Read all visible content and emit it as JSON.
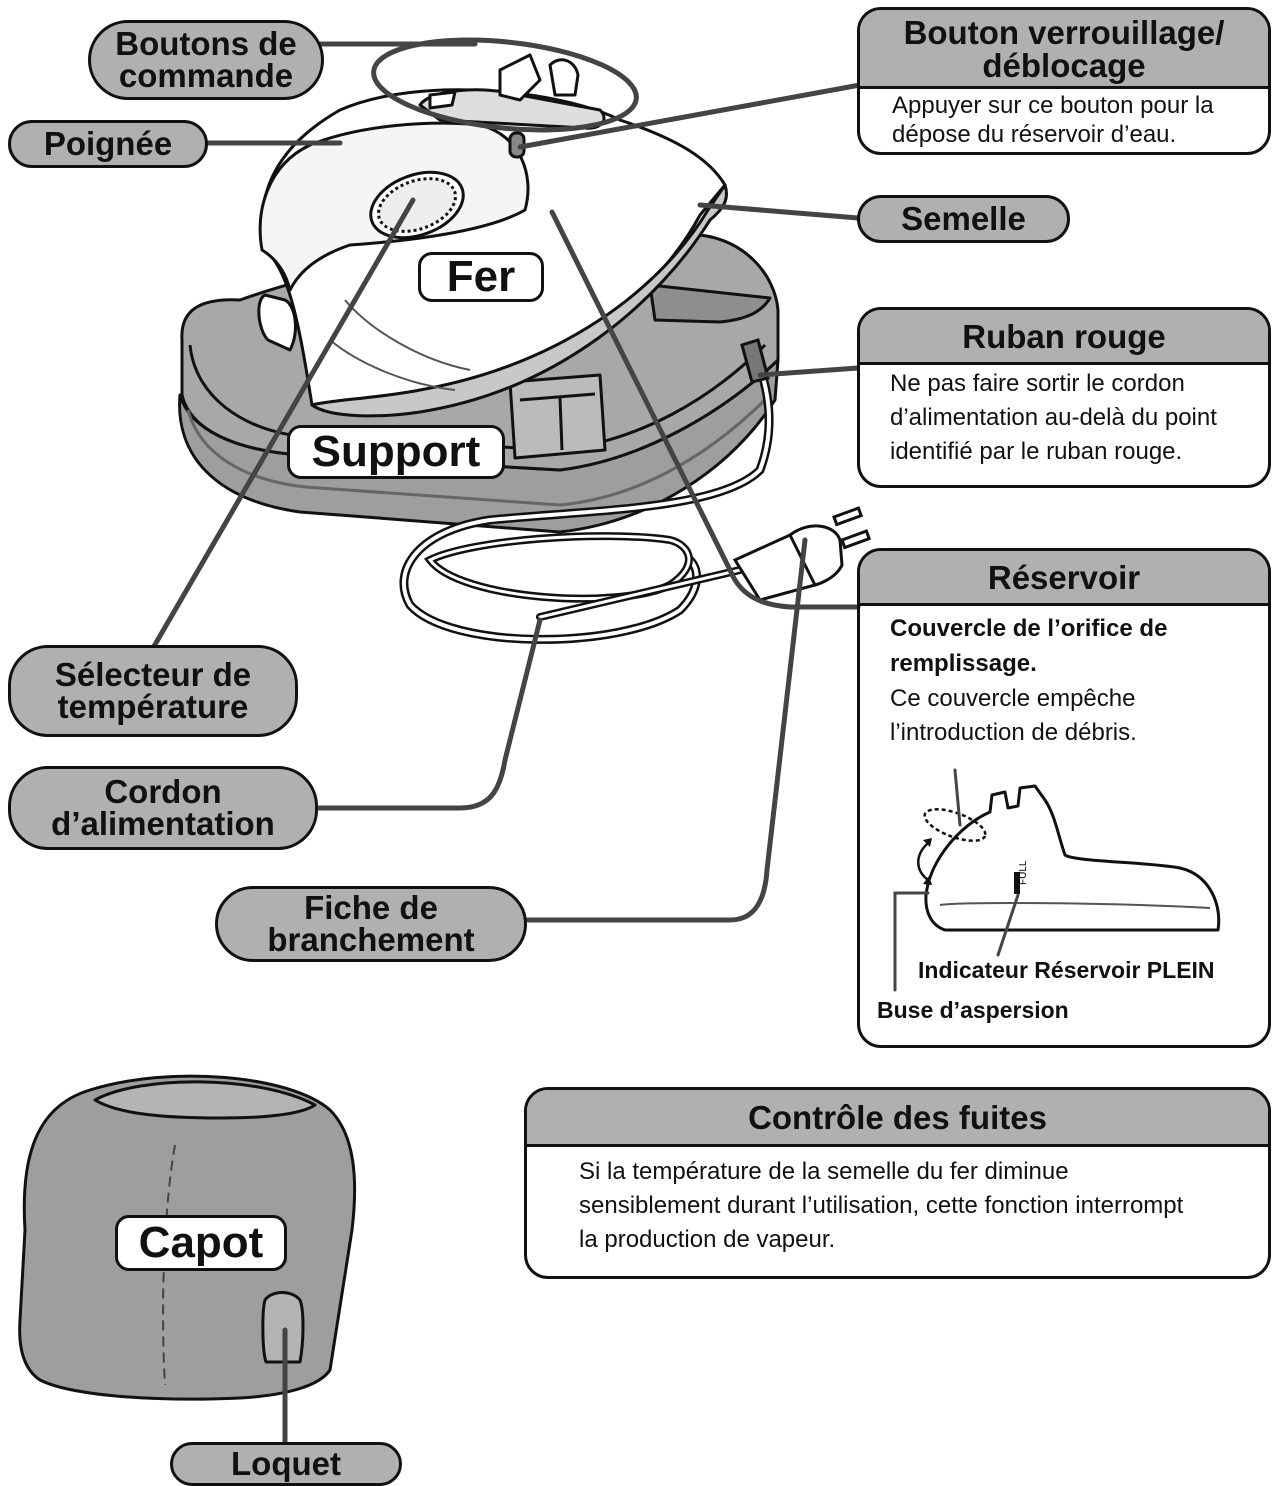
{
  "labels": {
    "boutons_commande": [
      "Boutons de",
      "commande"
    ],
    "poignee": "Poignée",
    "selecteur": [
      "Sélecteur de",
      "température"
    ],
    "cordon": [
      "Cordon",
      "d’alimentation"
    ],
    "fiche": [
      "Fiche de",
      "branchement"
    ],
    "semelle": "Semelle",
    "loquet": "Loquet"
  },
  "tags": {
    "fer": "Fer",
    "support": "Support",
    "capot": "Capot"
  },
  "boxes": {
    "bouton_verrouillage": {
      "title": [
        "Bouton verrouillage/",
        "déblocage"
      ],
      "body": [
        "Appuyer sur ce bouton pour la",
        "dépose du réservoir d’eau."
      ]
    },
    "ruban_rouge": {
      "title": "Ruban rouge",
      "body": [
        "Ne pas faire sortir le cordon",
        "d’alimentation au-delà du point",
        "identifié par le ruban rouge."
      ]
    },
    "reservoir": {
      "title": "Réservoir",
      "subtitle": [
        "Couvercle de l’orifice de",
        "remplissage."
      ],
      "body": [
        "Ce couvercle empêche",
        "l’introduction de débris."
      ],
      "indicator_label": "Indicateur Réservoir PLEIN",
      "nozzle_label": "Buse d’aspersion",
      "full_mark": "FULL"
    },
    "controle_fuites": {
      "title": "Contrôle des fuites",
      "body": [
        "Si la température de la semelle du fer diminue",
        "sensiblement durant l’utilisation, cette fonction interrompt",
        "la production de vapeur."
      ]
    }
  },
  "colors": {
    "label_fill": "#b0b0b0",
    "stand_fill": "#9e9e9e",
    "outline": "#111111",
    "leader": "#444444"
  }
}
